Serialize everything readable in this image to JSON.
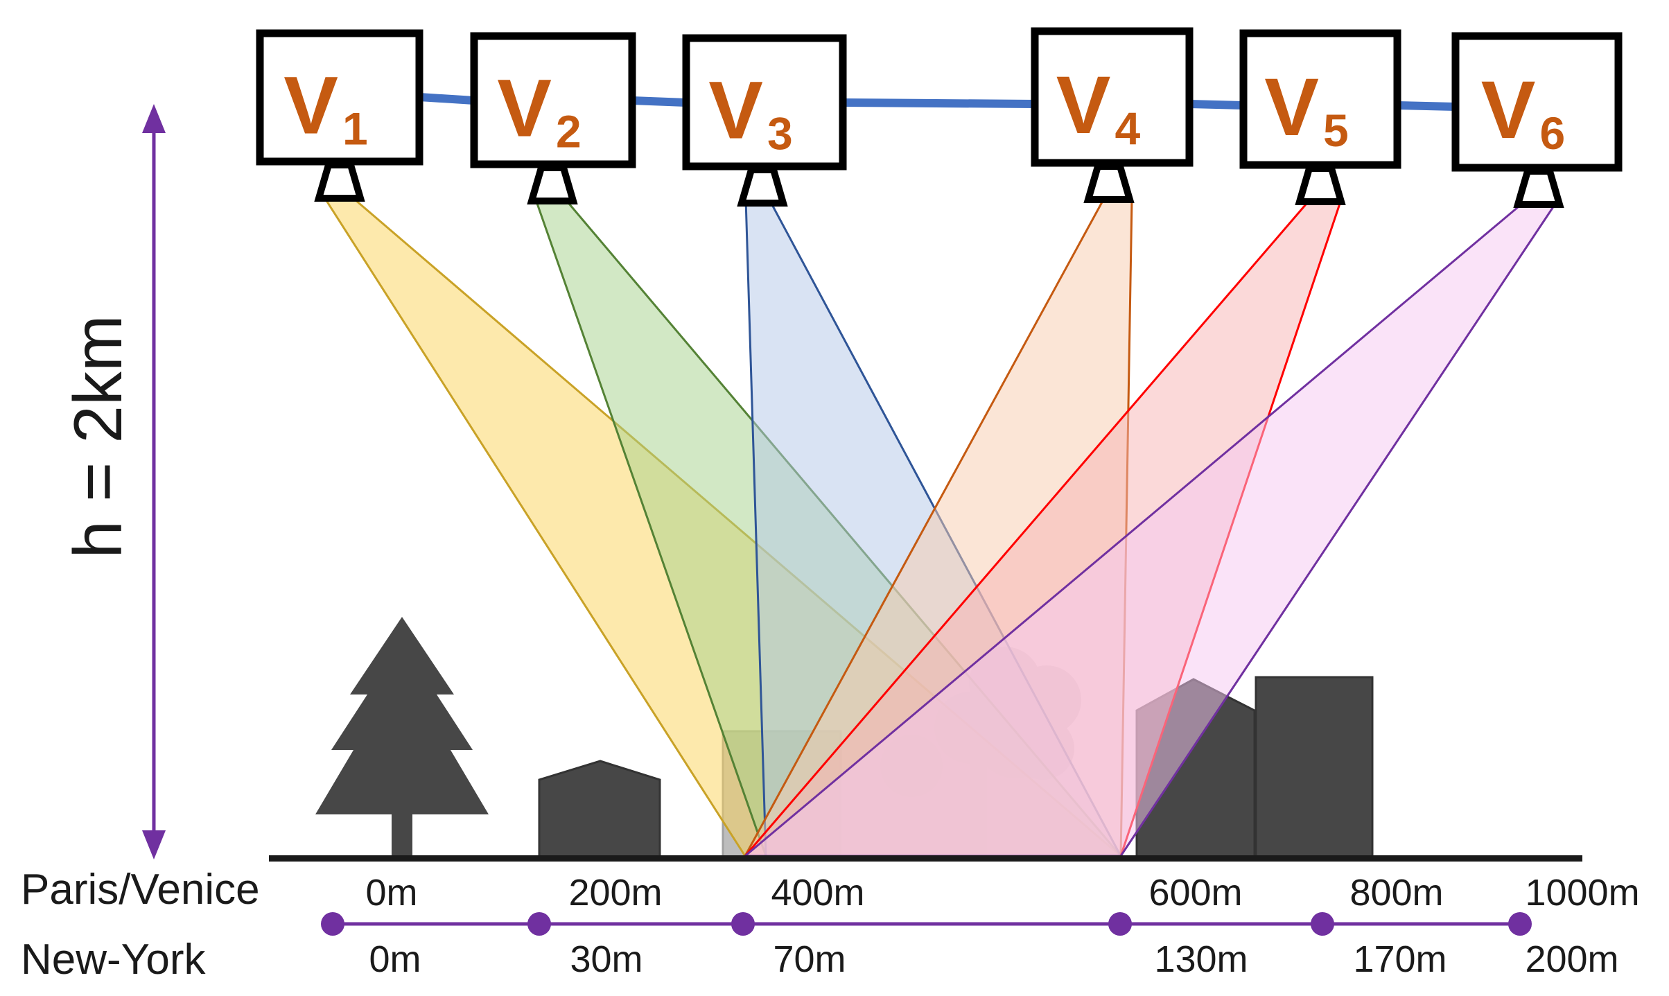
{
  "height_label": "h = 2km",
  "cameras": [
    {
      "letter": "V",
      "index": "1",
      "cone_color": "#fbd35a",
      "line_color": "#c9a227"
    },
    {
      "letter": "V",
      "index": "2",
      "cone_color": "#a6d18b",
      "line_color": "#548235"
    },
    {
      "letter": "V",
      "index": "3",
      "cone_color": "#b4c7e7",
      "line_color": "#2f5597"
    },
    {
      "letter": "V",
      "index": "4",
      "cone_color": "#f8cbad",
      "line_color": "#c55a11"
    },
    {
      "letter": "V",
      "index": "5",
      "cone_color": "#f8b4b4",
      "line_color": "#ff0000"
    },
    {
      "letter": "V",
      "index": "6",
      "cone_color": "#f6c7f2",
      "line_color": "#7030a0"
    }
  ],
  "rows": [
    {
      "label": "Paris/Venice",
      "ticks": [
        "0m",
        "200m",
        "400m",
        "600m",
        "800m",
        "1000m"
      ]
    },
    {
      "label": "New-York",
      "ticks": [
        "0m",
        "30m",
        "70m",
        "130m",
        "170m",
        "200m"
      ]
    }
  ],
  "colors": {
    "accent_purple": "#7030a0",
    "link_blue": "#4472c4",
    "label_orange": "#c55a11",
    "building_gray": "#474747"
  }
}
